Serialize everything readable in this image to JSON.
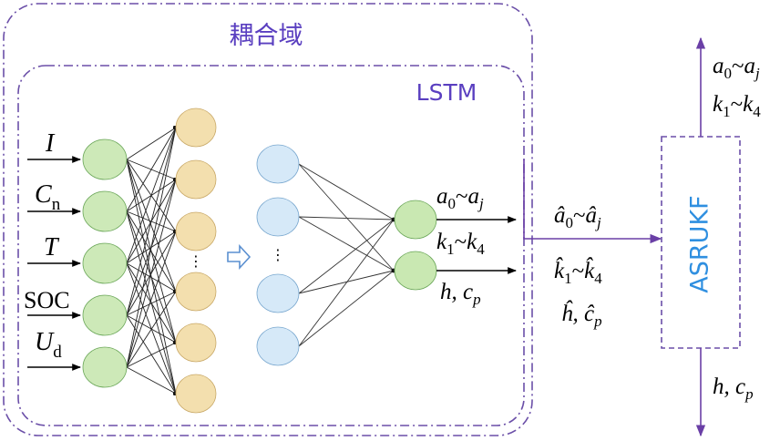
{
  "coupling_domain_label": "耦合域",
  "lstm_label": "LSTM",
  "asrukf_label": "ASRUKF",
  "inputs": [
    {
      "main": "I",
      "sub": ""
    },
    {
      "main": "C",
      "sub": "n"
    },
    {
      "main": "T",
      "sub": ""
    },
    {
      "main": "SOC",
      "sub": ""
    },
    {
      "main": "U",
      "sub": "d"
    }
  ],
  "lstm_outputs": {
    "line1": {
      "a": "a",
      "a_sub": "0",
      "tilde": "~",
      "b": "a",
      "b_sub": "j"
    },
    "line2": {
      "a": "k",
      "a_sub": "1",
      "tilde": "~",
      "b": "k",
      "b_sub": "4"
    },
    "line3": {
      "text": "h, c",
      "sub": "p"
    }
  },
  "estimated": {
    "line1": {
      "a": "â",
      "a_sub": "0",
      "tilde": "~",
      "b": "â",
      "b_sub": "j"
    },
    "line2": {
      "a": "k̂",
      "a_sub": "1",
      "tilde": "~",
      "b": "k̂",
      "b_sub": "4"
    },
    "line3": {
      "text": "ĥ, ĉ",
      "sub": "p"
    }
  },
  "top_output": {
    "line1": {
      "a": "a",
      "a_sub": "0",
      "tilde": "~",
      "b": "a",
      "b_sub": "j"
    },
    "line2": {
      "a": "k",
      "a_sub": "1",
      "tilde": "~",
      "b": "k",
      "b_sub": "4"
    }
  },
  "bottom_output": {
    "text": "h, c",
    "sub": "p"
  },
  "ellipsis": "⋮",
  "colors": {
    "frame": "#6b4fa8",
    "lstm_label": "#5a3fc0",
    "asrukf_label": "#2f8fe0",
    "input_node": "#cde9b8",
    "hidden_node": "#f3dfae",
    "lstm_node": "#d6e9f8",
    "output_node": "#c9e8b2",
    "arrow": "#6a3fa6"
  }
}
